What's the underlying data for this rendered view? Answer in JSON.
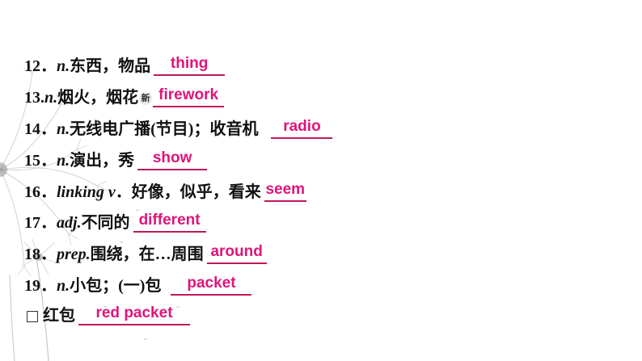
{
  "items": [
    {
      "num": "12．",
      "pos": "n.",
      "meaning": "东西，物品",
      "answer": "thing"
    },
    {
      "num": "13.",
      "pos": "n.",
      "meaning": "烟火，烟花",
      "badge": "新",
      "answer": "firework"
    },
    {
      "num": "14．",
      "pos": "n.",
      "meaning": "无线电广播(节目)；收音机",
      "answer": "radio"
    },
    {
      "num": "15．",
      "pos": "n.",
      "meaning": "演出，秀",
      "answer": "show"
    },
    {
      "num": "16．",
      "pos": "linking v",
      "meaning": "．好像，似乎，看来",
      "answer": "seem"
    },
    {
      "num": "17．",
      "pos": "adj.",
      "meaning": "不同的",
      "answer": "different"
    },
    {
      "num": "18．",
      "pos": "prep.",
      "meaning": "围绕，在…周围",
      "answer": "around"
    },
    {
      "num": "19．",
      "pos": "n.",
      "meaning": "小包；(一)包",
      "answer": "packet"
    },
    {
      "meaning": "红包",
      "answer": "red packet"
    }
  ],
  "colors": {
    "answer": "#e0147a",
    "underline": "#c0175a",
    "text": "#111111"
  }
}
